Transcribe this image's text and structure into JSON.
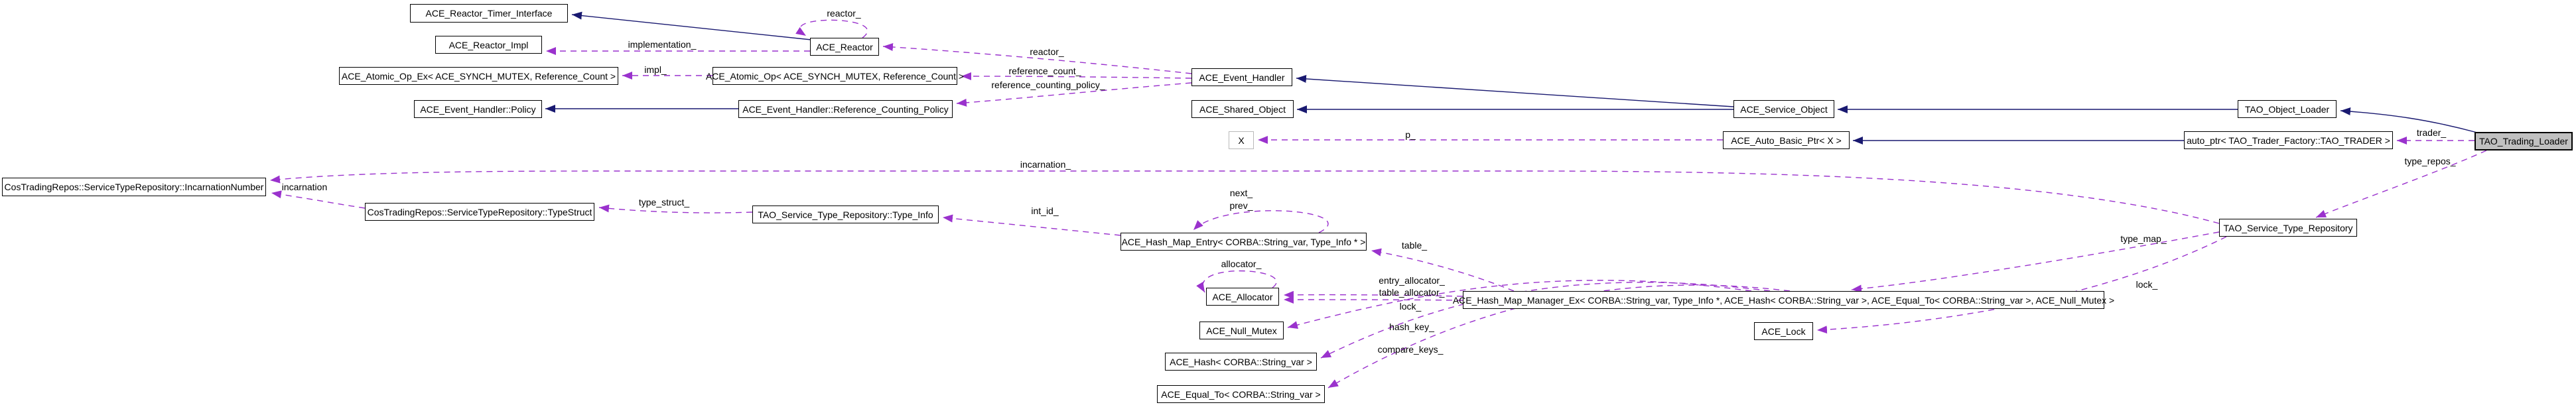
{
  "diagram": {
    "kind": "doxygen-collaboration-graph",
    "focus_class": "TAO_Trading_Loader"
  },
  "colors": {
    "background": "#ffffff",
    "node_fill": "#ffffff",
    "node_border": "#000000",
    "highlight_fill": "#c0c0c0",
    "undocumented_border": "#b9b9b9",
    "inheritance_edge": "#191970",
    "usage_edge": "#9a32cd",
    "text": "#000000"
  },
  "nodes": [
    {
      "label": "ACE_Reactor_Timer_Interface"
    },
    {
      "label": "ACE_Reactor_Impl"
    },
    {
      "label": "ACE_Reactor"
    },
    {
      "label": "ACE_Atomic_Op_Ex< ACE_SYNCH_MUTEX, Reference_Count >"
    },
    {
      "label": "ACE_Atomic_Op< ACE_SYNCH_MUTEX, Reference_Count >"
    },
    {
      "label": "ACE_Event_Handler"
    },
    {
      "label": "ACE_Event_Handler::Policy"
    },
    {
      "label": "ACE_Event_Handler::Reference_Counting_Policy"
    },
    {
      "label": "ACE_Shared_Object"
    },
    {
      "label": "ACE_Service_Object"
    },
    {
      "label": "TAO_Object_Loader"
    },
    {
      "label": "X",
      "undocumented": true
    },
    {
      "label": "ACE_Auto_Basic_Ptr< X >"
    },
    {
      "label": "auto_ptr< TAO_Trader_Factory::TAO_TRADER >"
    },
    {
      "label": "TAO_Trading_Loader",
      "highlighted": true
    },
    {
      "label": "CosTradingRepos::ServiceTypeRepository::IncarnationNumber"
    },
    {
      "label": "CosTradingRepos::ServiceTypeRepository::TypeStruct"
    },
    {
      "label": "TAO_Service_Type_Repository::Type_Info"
    },
    {
      "label": "ACE_Hash_Map_Entry< CORBA::String_var, Type_Info * >"
    },
    {
      "label": "ACE_Allocator"
    },
    {
      "label": "ACE_Hash_Map_Manager_Ex< CORBA::String_var, Type_Info *, ACE_Hash< CORBA::String_var >, ACE_Equal_To< CORBA::String_var >, ACE_Null_Mutex >"
    },
    {
      "label": "ACE_Null_Mutex"
    },
    {
      "label": "ACE_Hash< CORBA::String_var >"
    },
    {
      "label": "ACE_Equal_To< CORBA::String_var >"
    },
    {
      "label": "ACE_Lock"
    },
    {
      "label": "TAO_Service_Type_Repository"
    }
  ],
  "edges": [
    {
      "from": "ACE_Reactor",
      "to": "ACE_Reactor_Timer_Interface",
      "label": "",
      "type": "inheritance"
    },
    {
      "from": "ACE_Event_Handler::Reference_Counting_Policy",
      "to": "ACE_Event_Handler::Policy",
      "label": "",
      "type": "inheritance"
    },
    {
      "from": "ACE_Service_Object",
      "to": "ACE_Event_Handler",
      "label": "",
      "type": "inheritance"
    },
    {
      "from": "ACE_Service_Object",
      "to": "ACE_Shared_Object",
      "label": "",
      "type": "inheritance"
    },
    {
      "from": "TAO_Object_Loader",
      "to": "ACE_Service_Object",
      "label": "",
      "type": "inheritance"
    },
    {
      "from": "auto_ptr< TAO_Trader_Factory::TAO_TRADER >",
      "to": "ACE_Auto_Basic_Ptr< X >",
      "label": "",
      "type": "inheritance"
    },
    {
      "from": "TAO_Trading_Loader",
      "to": "TAO_Object_Loader",
      "label": "",
      "type": "inheritance"
    },
    {
      "from": "ACE_Reactor",
      "to": "ACE_Reactor",
      "label": "reactor_",
      "type": "usage"
    },
    {
      "from": "ACE_Reactor",
      "to": "ACE_Reactor_Impl",
      "label": "implementation_",
      "type": "usage"
    },
    {
      "from": "ACE_Event_Handler",
      "to": "ACE_Reactor",
      "label": "reactor_",
      "type": "usage"
    },
    {
      "from": "ACE_Atomic_Op< ACE_SYNCH_MUTEX, Reference_Count >",
      "to": "ACE_Atomic_Op_Ex< ACE_SYNCH_MUTEX, Reference_Count >",
      "label": "impl_",
      "type": "usage"
    },
    {
      "from": "ACE_Event_Handler",
      "to": "ACE_Atomic_Op< ACE_SYNCH_MUTEX, Reference_Count >",
      "label": "reference_count_",
      "type": "usage"
    },
    {
      "from": "ACE_Event_Handler",
      "to": "ACE_Event_Handler::Reference_Counting_Policy",
      "label": "reference_counting_policy_",
      "type": "usage"
    },
    {
      "from": "ACE_Auto_Basic_Ptr< X >",
      "to": "X",
      "label": "p_",
      "type": "usage"
    },
    {
      "from": "TAO_Trading_Loader",
      "to": "auto_ptr< TAO_Trader_Factory::TAO_TRADER >",
      "label": "trader_",
      "type": "usage"
    },
    {
      "from": "TAO_Trading_Loader",
      "to": "TAO_Service_Type_Repository",
      "label": "type_repos_",
      "type": "usage"
    },
    {
      "from": "TAO_Service_Type_Repository",
      "to": "CosTradingRepos::ServiceTypeRepository::IncarnationNumber",
      "label": "incarnation_",
      "type": "usage"
    },
    {
      "from": "CosTradingRepos::ServiceTypeRepository::TypeStruct",
      "to": "CosTradingRepos::ServiceTypeRepository::IncarnationNumber",
      "label": "incarnation",
      "type": "usage"
    },
    {
      "from": "TAO_Service_Type_Repository::Type_Info",
      "to": "CosTradingRepos::ServiceTypeRepository::TypeStruct",
      "label": "type_struct_",
      "type": "usage"
    },
    {
      "from": "ACE_Hash_Map_Entry< CORBA::String_var, Type_Info * >",
      "to": "TAO_Service_Type_Repository::Type_Info",
      "label": "int_id_",
      "type": "usage"
    },
    {
      "from": "ACE_Hash_Map_Entry< CORBA::String_var, Type_Info * >",
      "to": "ACE_Hash_Map_Entry< CORBA::String_var, Type_Info * >",
      "label": "next_",
      "label2": "prev_",
      "type": "usage"
    },
    {
      "from": "ACE_Hash_Map_Manager_Ex",
      "to": "ACE_Hash_Map_Entry< CORBA::String_var, Type_Info * >",
      "label": "table_",
      "type": "usage"
    },
    {
      "from": "ACE_Allocator",
      "to": "ACE_Allocator",
      "label": "allocator_",
      "type": "usage"
    },
    {
      "from": "ACE_Hash_Map_Manager_Ex",
      "to": "ACE_Allocator",
      "label": "entry_allocator_",
      "type": "usage"
    },
    {
      "from": "ACE_Hash_Map_Manager_Ex",
      "to": "ACE_Allocator",
      "label": "table_allocator_",
      "type": "usage"
    },
    {
      "from": "ACE_Hash_Map_Manager_Ex",
      "to": "ACE_Null_Mutex",
      "label": "lock_",
      "type": "usage"
    },
    {
      "from": "ACE_Hash_Map_Manager_Ex",
      "to": "ACE_Hash< CORBA::String_var >",
      "label": "hash_key_",
      "type": "usage"
    },
    {
      "from": "ACE_Hash_Map_Manager_Ex",
      "to": "ACE_Equal_To< CORBA::String_var >",
      "label": "compare_keys_",
      "type": "usage"
    },
    {
      "from": "TAO_Service_Type_Repository",
      "to": "ACE_Hash_Map_Manager_Ex",
      "label": "type_map_",
      "type": "usage"
    },
    {
      "from": "TAO_Service_Type_Repository",
      "to": "ACE_Lock",
      "label": "lock_",
      "type": "usage"
    }
  ]
}
